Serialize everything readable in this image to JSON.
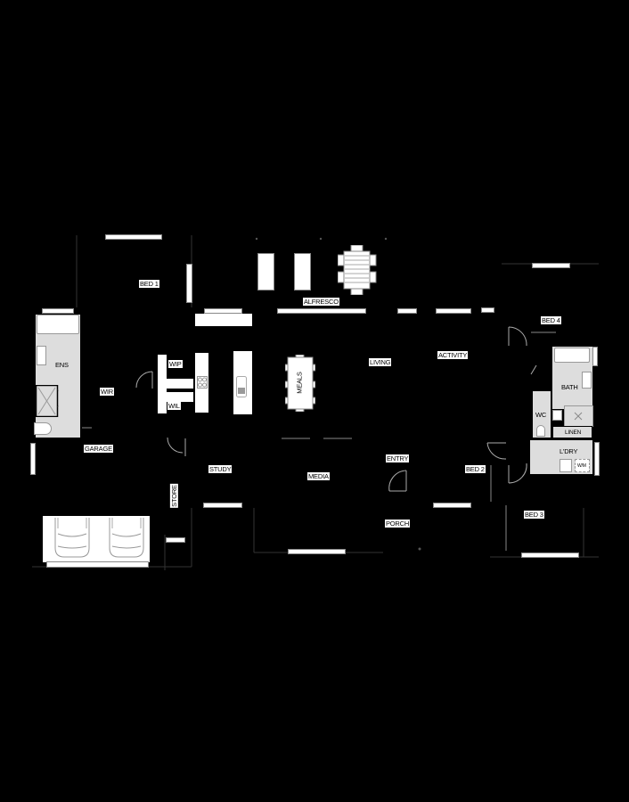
{
  "plan": {
    "title": "Single storey house floor plan",
    "background": "#000000",
    "wet_area_color": "#dddddd",
    "rooms": [
      {
        "id": "bed1",
        "label": "BED 1"
      },
      {
        "id": "alfresco",
        "label": "ALFRESCO"
      },
      {
        "id": "bed4",
        "label": "BED 4"
      },
      {
        "id": "ens",
        "label": "ENS"
      },
      {
        "id": "wir",
        "label": "WIR"
      },
      {
        "id": "wip",
        "label": "WIP"
      },
      {
        "id": "wil",
        "label": "WIL"
      },
      {
        "id": "meals",
        "label": "MEALS"
      },
      {
        "id": "living",
        "label": "LIVING"
      },
      {
        "id": "activity",
        "label": "ACTIVITY"
      },
      {
        "id": "bath",
        "label": "BATH"
      },
      {
        "id": "wc",
        "label": "WC"
      },
      {
        "id": "linen",
        "label": "LINEN"
      },
      {
        "id": "ldry",
        "label": "L'DRY"
      },
      {
        "id": "wm",
        "label": "W/M"
      },
      {
        "id": "garage",
        "label": "GARAGE"
      },
      {
        "id": "study",
        "label": "STUDY"
      },
      {
        "id": "store",
        "label": "STORE"
      },
      {
        "id": "media",
        "label": "MEDIA"
      },
      {
        "id": "entry",
        "label": "ENTRY"
      },
      {
        "id": "bed2",
        "label": "BED 2"
      },
      {
        "id": "porch",
        "label": "PORCH"
      },
      {
        "id": "bed3",
        "label": "BED 3"
      }
    ]
  }
}
